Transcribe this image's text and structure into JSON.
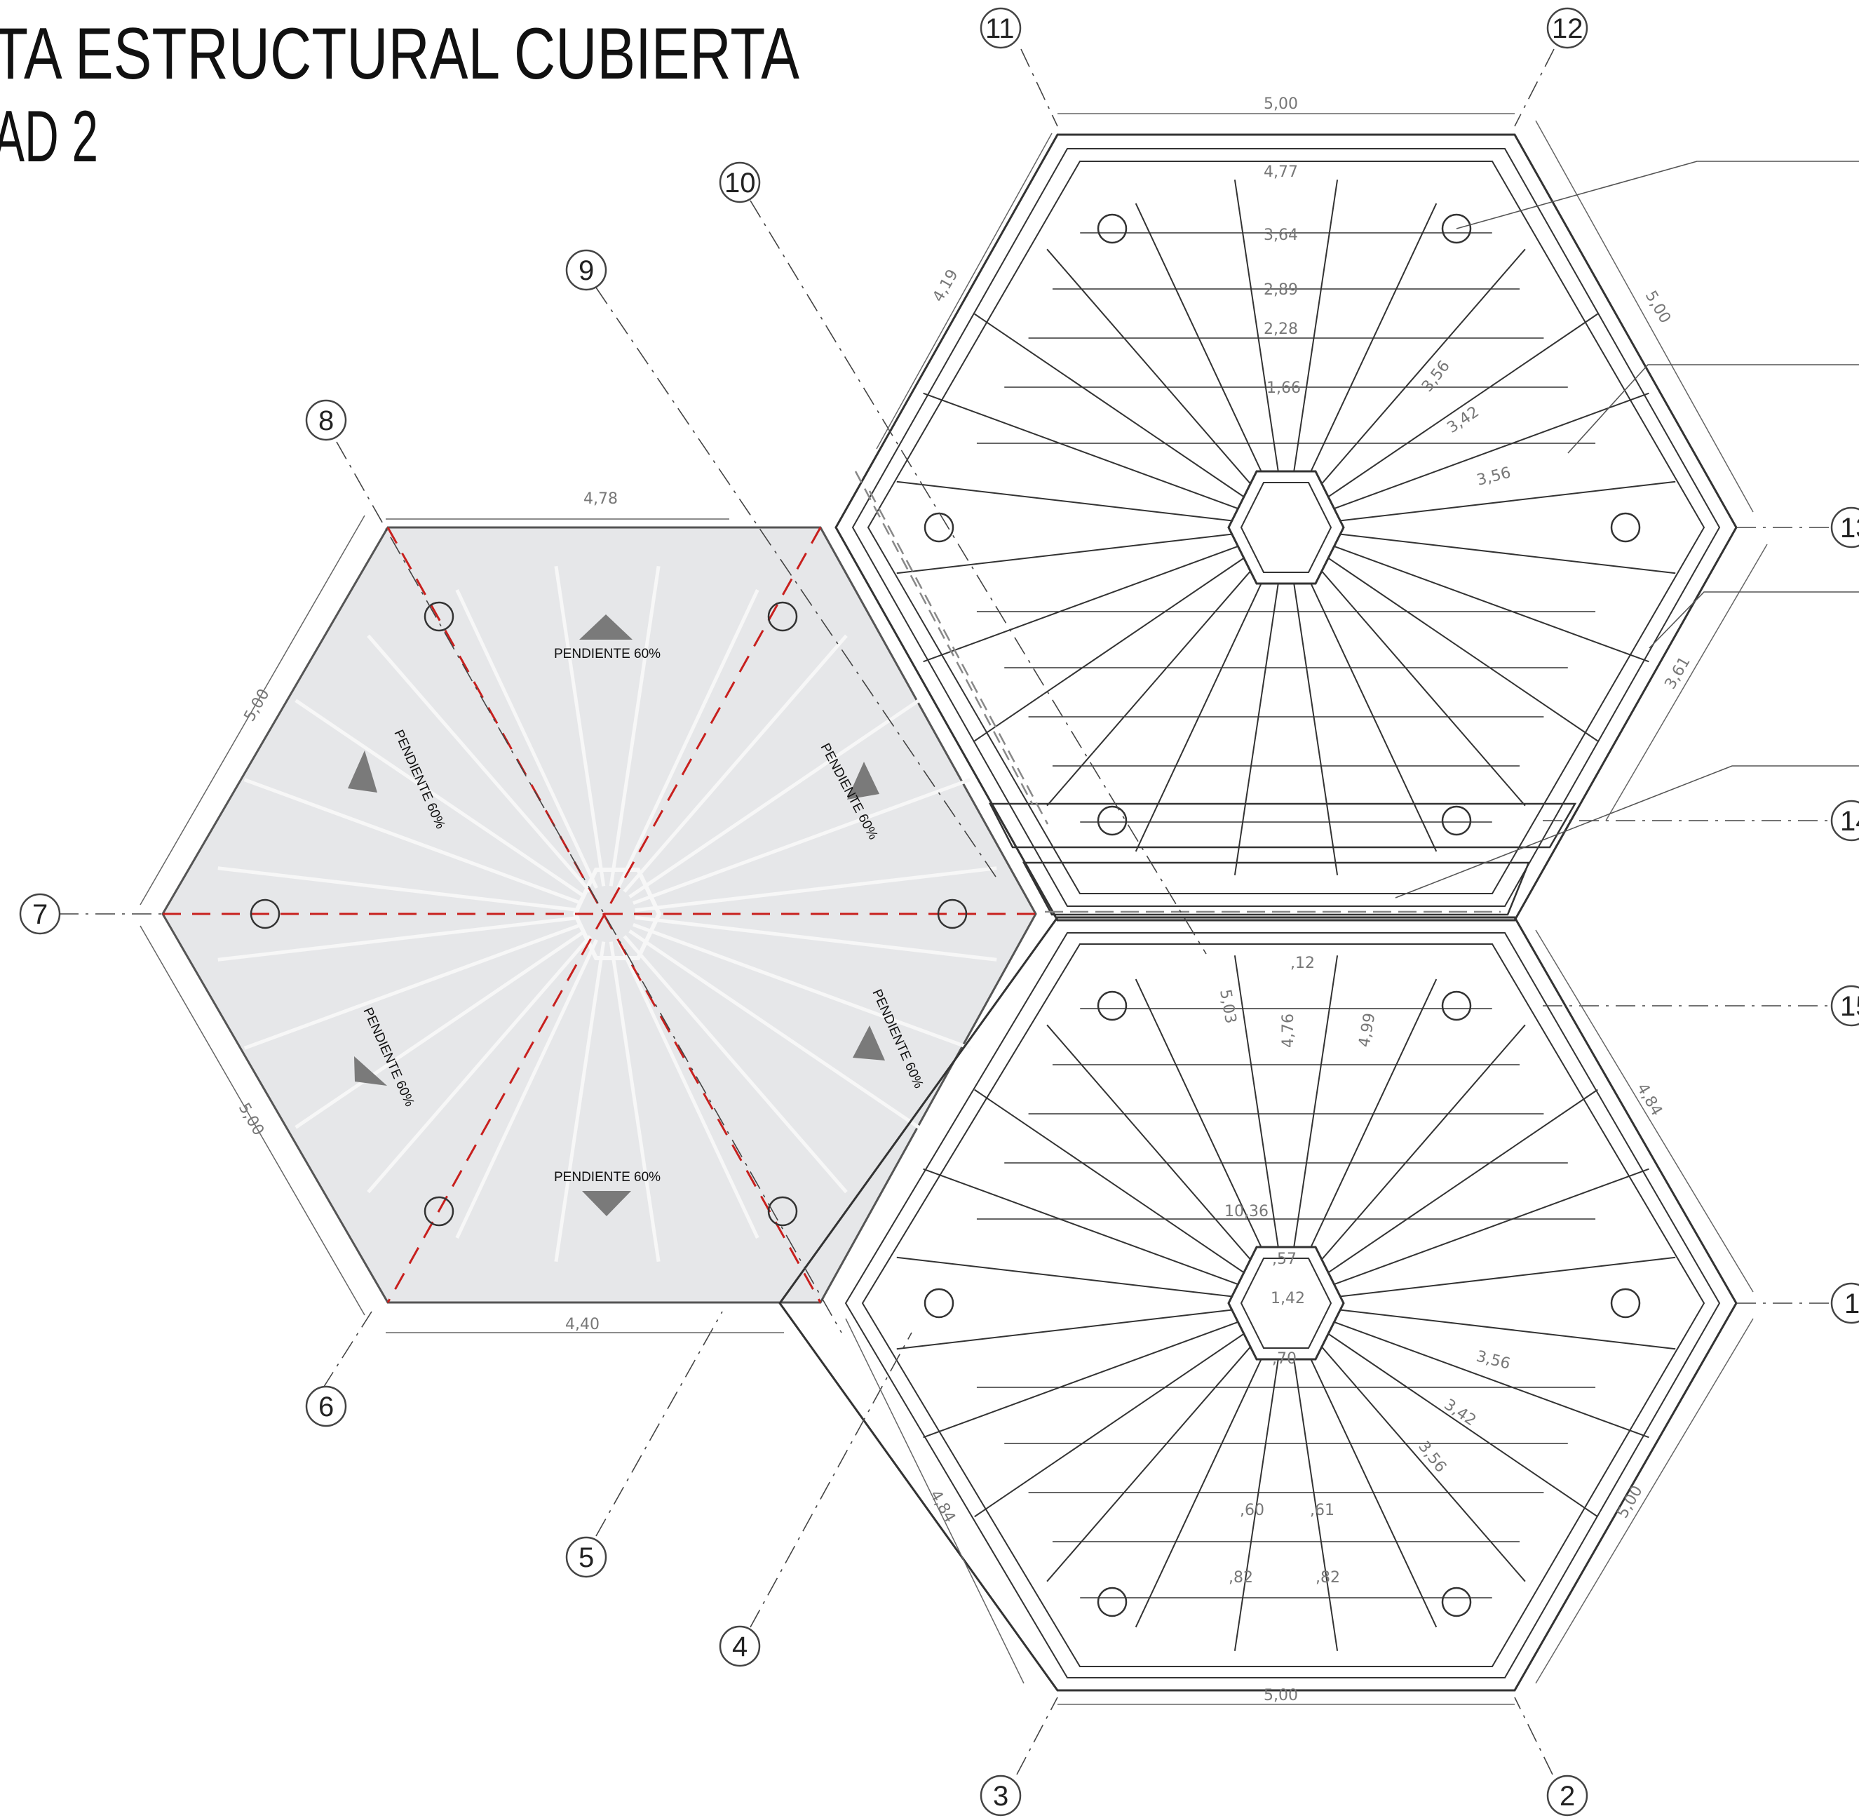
{
  "title": {
    "line1": "TA ESTRUCTURAL CUBIERTA",
    "line2": "AD 2"
  },
  "axes": [
    "2",
    "3",
    "4",
    "5",
    "6",
    "7",
    "8",
    "9",
    "10",
    "11",
    "12",
    "13",
    "14",
    "15",
    "1"
  ],
  "dimensions": {
    "left_top": "4,78",
    "left_bottom": "4,40",
    "left_side_upper": "5,00",
    "left_side_lower": "5,00",
    "top_hex_top": "5,00",
    "top_hex_inner_1": "4,77",
    "top_hex_inner_2": "3,64",
    "top_hex_inner_3": "2,89",
    "top_hex_inner_4": "2,28",
    "top_hex_inner_5": "1,66",
    "top_hex_left_side": "4,19",
    "top_hex_right_side": "5,00",
    "top_rafter_1": "3,56",
    "top_rafter_2": "3,42",
    "top_rafter_3": "3,56",
    "right_side_mid": "3,61",
    "mid_small": ",12",
    "mid_rafter_a": "5,03",
    "mid_rafter_b": "4,76",
    "mid_rafter_c": "4,99",
    "bottom_hex_right_upper": "4,84",
    "bottom_hex_center_1": "10,36",
    "bottom_hex_center_2": ",57",
    "bottom_hex_center_3": "1,42",
    "bottom_hex_center_4": ",70",
    "bottom_rafter_1": "3,56",
    "bottom_rafter_2": "3,42",
    "bottom_rafter_3": "3,56",
    "bottom_hex_left_side": "4,84",
    "bottom_hex_right_side": "5,00",
    "bottom_small_1": ",60",
    "bottom_small_2": ",61",
    "bottom_small_3": ",82",
    "bottom_small_4": ",82",
    "bottom_hex_bottom": "5,00"
  },
  "slope_notes": {
    "top": "PENDIENTE 60%",
    "bottom": "PENDIENTE 60%",
    "upper_left": "PENDIENTE 60%",
    "upper_right": "PENDIENTE 60%",
    "lower_left": "PENDIENTE 60%",
    "lower_right": "PENDIENTE 60%"
  },
  "colors": {
    "roof_fill": "#e6e7e9",
    "ridge_red": "#c8201e",
    "line": "#333333",
    "light_line": "#f4f4f4"
  }
}
